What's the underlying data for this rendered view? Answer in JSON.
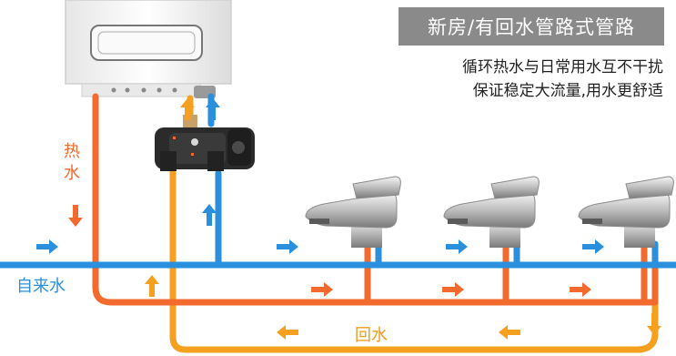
{
  "title": "新房/有回水管路式管路",
  "description_line1": "循环热水与日常用水互不干扰",
  "description_line2": "保证稳定大流量,用水更舒适",
  "labels": {
    "hot_water": "热水",
    "cold_water": "自来水",
    "return_water": "回水"
  },
  "colors": {
    "hot": "#f26a2e",
    "cold": "#2a8fdc",
    "return": "#f5a01f",
    "pump": "#2b2b2b"
  }
}
